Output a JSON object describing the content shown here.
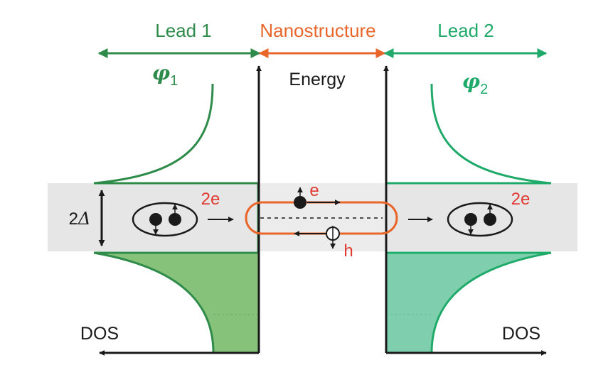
{
  "header": {
    "lead1": "Lead 1",
    "nanostructure": "Nanostructure",
    "lead2": "Lead 2"
  },
  "phases": {
    "phi1_symbol": "φ",
    "phi1_sub": "1",
    "phi2_symbol": "φ",
    "phi2_sub": "2"
  },
  "axes": {
    "energy": "Energy",
    "dos_left": "DOS",
    "dos_right": "DOS"
  },
  "gap": {
    "prefix": "2",
    "symbol": "Δ"
  },
  "charges": {
    "pair_left": "2e",
    "pair_right": "2e",
    "electron": "e",
    "hole": "h"
  },
  "colors": {
    "lead1": "#2e8b4a",
    "lead1_fill": "#86c27a",
    "lead2": "#1faa6a",
    "lead2_fill": "#7fcfae",
    "nanostructure": "#e8662a",
    "charge_label": "#e03a32",
    "gap_band": "#e6e6e6",
    "ink": "#1a1a1a"
  }
}
